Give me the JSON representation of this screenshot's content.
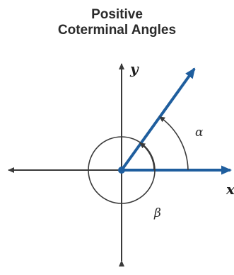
{
  "title": {
    "line1": "Positive",
    "line2": "Coterminal Angles"
  },
  "axes": {
    "x_label": "x",
    "y_label": "y"
  },
  "angles": {
    "alpha_label": "α",
    "beta_label": "β"
  },
  "colors": {
    "ray": "#1f5e9e",
    "axis": "#3a3a3a",
    "text": "#2b2b2b"
  }
}
